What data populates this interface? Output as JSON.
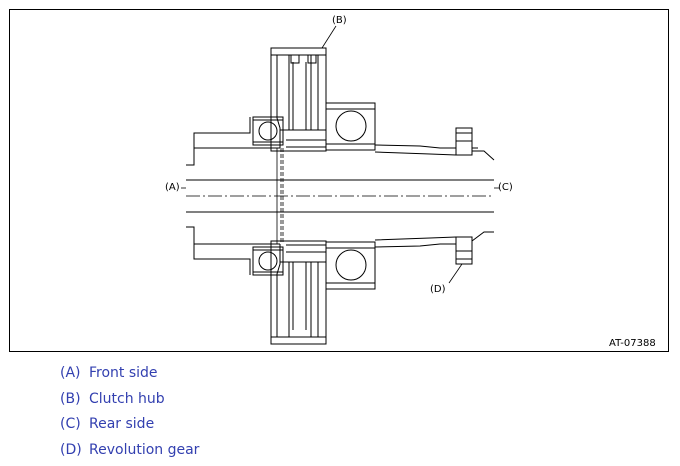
{
  "figure": {
    "id": "AT-07388",
    "callouts": {
      "a": "(A)",
      "b": "(B)",
      "c": "(C)",
      "d": "(D)"
    }
  },
  "legend": [
    {
      "code": "(A)",
      "label": "Front side"
    },
    {
      "code": "(B)",
      "label": "Clutch hub"
    },
    {
      "code": "(C)",
      "label": "Rear side"
    },
    {
      "code": "(D)",
      "label": "Revolution gear"
    }
  ],
  "colors": {
    "line": "#000000",
    "legend_text": "#3340b0"
  }
}
